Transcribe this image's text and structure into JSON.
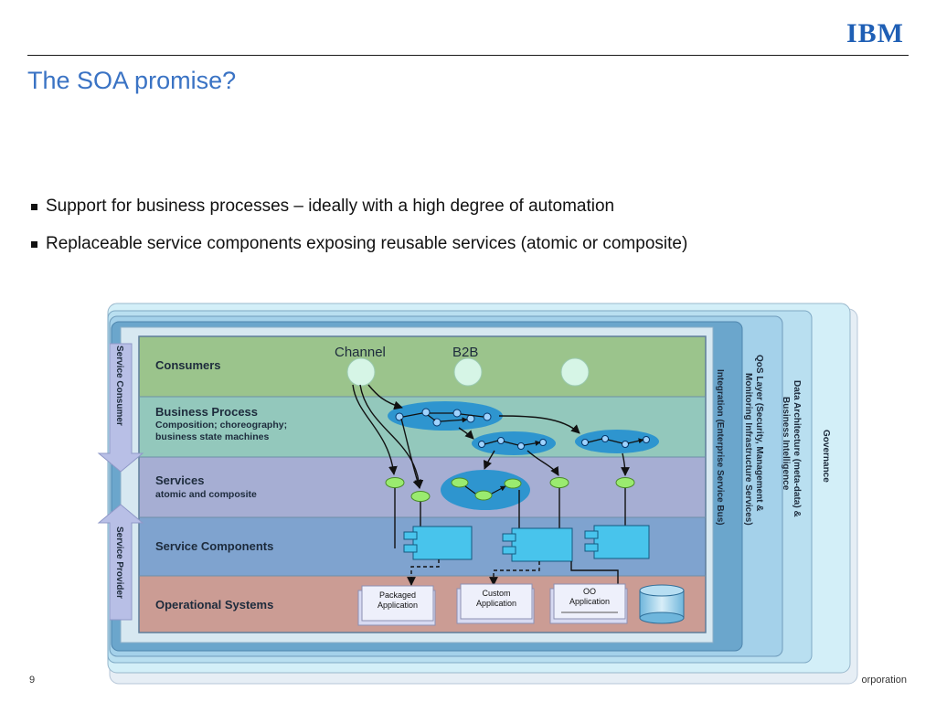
{
  "header": {
    "logo": "IBM",
    "title": "The SOA promise?"
  },
  "bullets": [
    "Support for business processes – ideally with a high degree of automation",
    "Replaceable service components exposing reusable services (atomic or composite)"
  ],
  "diagram": {
    "channels": [
      "Channel",
      "B2B"
    ],
    "layers": [
      {
        "title": "Consumers",
        "subtitle": "",
        "color": "#9bc48c"
      },
      {
        "title": "Business Process",
        "subtitle": "Composition; choreography;",
        "subtitle2": "business state machines",
        "color": "#93c8bc"
      },
      {
        "title": "Services",
        "subtitle": "atomic and composite",
        "color": "#a6aed3"
      },
      {
        "title": "Service Components",
        "subtitle": "",
        "color": "#7fa3cf"
      },
      {
        "title": "Operational Systems",
        "subtitle": "",
        "color": "#cb9c94"
      }
    ],
    "side_arrows": {
      "consumer": "Service Consumer",
      "provider": "Service Provider"
    },
    "vertical_layers": {
      "integration": "Integration (Enterprise Service Bus)",
      "qos_line1": "QoS Layer (Security, Management &",
      "qos_line2": "Monitoring Infrastructure Services)",
      "data_line1": "Data Architecture (meta-data) &",
      "data_line2": "Business Intelligence",
      "governance": "Governance"
    },
    "systems": [
      {
        "line1": "Packaged",
        "line2": "Application"
      },
      {
        "line1": "Custom",
        "line2": "Application"
      },
      {
        "line1": "OO",
        "line2": "Application"
      }
    ],
    "colors": {
      "process_ellipse": "#2e95cf",
      "service_node": "#9aeb6f",
      "component_box": "#48c4ec",
      "channel_node": "#d6f5e6"
    }
  },
  "footer": {
    "page_number": "9",
    "copyright": "orporation"
  }
}
